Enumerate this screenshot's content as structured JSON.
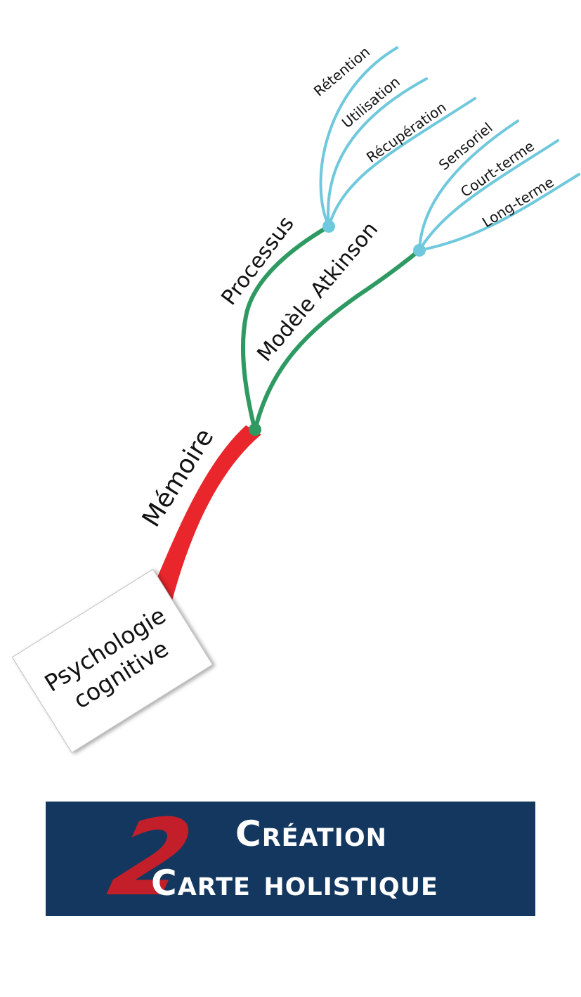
{
  "mindmap": {
    "root": {
      "line1": "Psychologie",
      "line2": "cognitive"
    },
    "branch": {
      "label": "Mémoire",
      "color": "#e8262b"
    },
    "sub_branches": [
      {
        "label": "Processus",
        "color": "#2e9a62",
        "leaves": [
          "Rétention",
          "Utilisation",
          "Récupération"
        ],
        "leaf_color": "#6fc8dc"
      },
      {
        "label": "Modèle Atkinson",
        "color": "#2e9a62",
        "leaves": [
          "Sensoriel",
          "Court-terme",
          "Long-terme"
        ],
        "leaf_color": "#6fc8dc"
      }
    ]
  },
  "banner": {
    "number": "2",
    "line1": "Création",
    "line2": "Carte holistique",
    "background": "#13375e",
    "number_color": "#c21f2a"
  }
}
